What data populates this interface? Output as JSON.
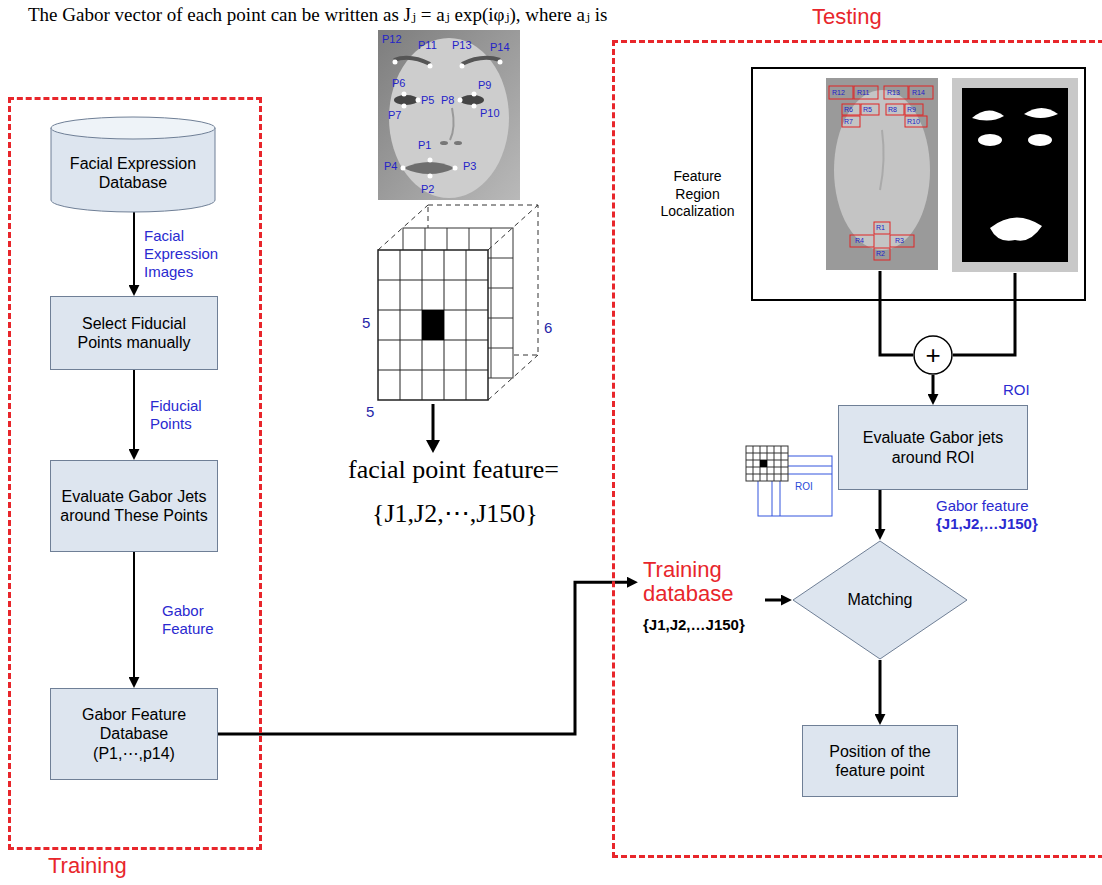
{
  "diagram": {
    "nodes": [
      {
        "text": [
          "Training"
        ]
      },
      {
        "text": [
          "Facial Expression Database"
        ],
        "in": 0
      },
      {
        "text": [
          "Select Fiducial Points manually"
        ],
        "in": 0
      },
      {
        "text": [
          "Evaluate Gabor Jets around These Points"
        ],
        "in": 0
      },
      {
        "text": [
          "Gabor Feature Database (P1,⋯,p14)"
        ],
        "in": 0
      },
      {
        "text": [
          "Testing"
        ]
      },
      {
        "text": [
          "Training database",
          "{J1,J2,…J150}"
        ],
        "in": 5
      },
      {
        "text": [
          "+"
        ],
        "in": 5
      },
      {
        "text": [
          "Evaluate Gabor jets around ROI"
        ],
        "in": 5
      },
      {
        "text": [
          "Matching"
        ],
        "in": 5
      },
      {
        "text": [
          "Position of the feature point"
        ],
        "in": 5
      }
    ],
    "edges": [
      {
        "from": 1,
        "to": 2,
        "arrow": "to",
        "label": "Facial Expression Images"
      },
      {
        "from": 2,
        "to": 3,
        "arrow": "to",
        "label": "Fiducial Points"
      },
      {
        "from": 3,
        "to": 4,
        "arrow": "to",
        "label": "Gabor Feature"
      },
      {
        "from": 4,
        "to": 6,
        "arrow": "to"
      },
      {
        "from": 6,
        "to": 9,
        "arrow": "to"
      },
      {
        "from": 7,
        "to": 8,
        "arrow": "to",
        "label": "ROI"
      },
      {
        "from": 8,
        "to": 9,
        "arrow": "to",
        "label": "Gabor feature {J1,J2,…J150}"
      },
      {
        "from": 9,
        "to": 10,
        "arrow": "to"
      }
    ],
    "labels": [
      "The Gabor vector of each point can be written as Jⱼ = aⱼ exp(iφⱼ), where aⱼ is",
      "P12",
      "P11",
      "P13",
      "P14",
      "P6",
      "P5",
      "P7",
      "P8",
      "P9",
      "P10",
      "P1",
      "P4",
      "P3",
      "P2",
      "5",
      "5",
      "6",
      "facial point feature=",
      "{J1,J2,⋯,J150}",
      "Feature Region Localization",
      "R12",
      "R11",
      "R13",
      "R14",
      "R6",
      "R5",
      "R8",
      "R9",
      "R7",
      "R10",
      "R1",
      "R4",
      "R3",
      "R2",
      "ROI"
    ]
  }
}
